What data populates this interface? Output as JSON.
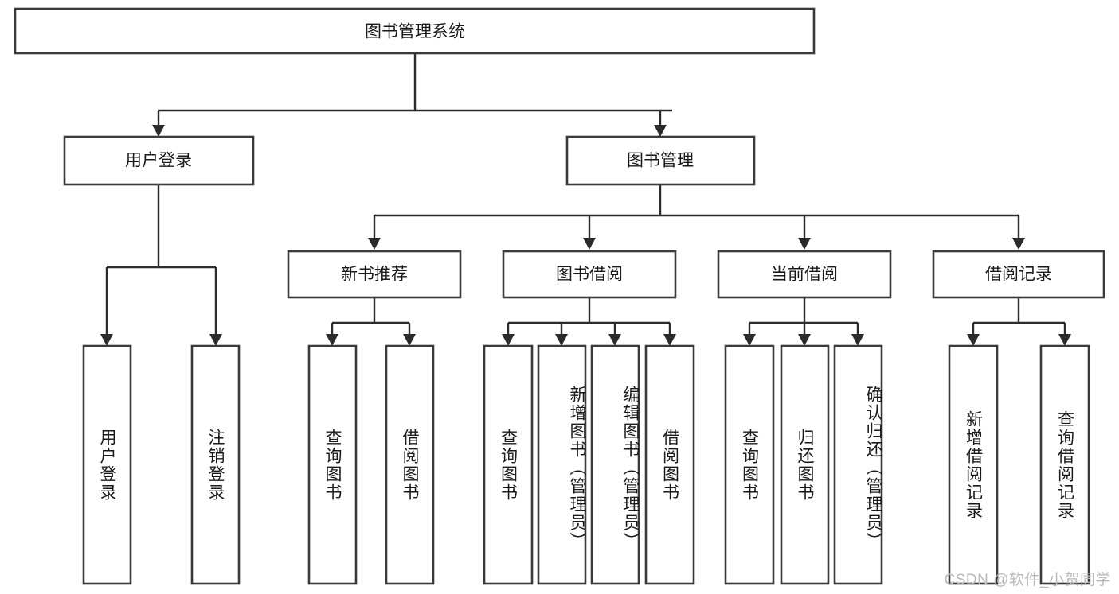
{
  "diagram": {
    "title": "图书管理系统",
    "type": "tree-hierarchy-diagram",
    "watermark": "CSDN @软件_小贺同学",
    "colors": {
      "box_stroke": "#3a3a3a",
      "edge_stroke": "#2b2b2b",
      "box_fill": "#ffffff",
      "text": "#1a1a1a",
      "watermark": "#b9b9b9",
      "background": "#ffffff"
    },
    "root": {
      "label": "图书管理系统"
    },
    "level2": [
      {
        "label": "用户登录"
      },
      {
        "label": "图书管理"
      }
    ],
    "level3": [
      {
        "label": "新书推荐"
      },
      {
        "label": "图书借阅"
      },
      {
        "label": "当前借阅"
      },
      {
        "label": "借阅记录"
      }
    ],
    "leaves": {
      "user_login": [
        {
          "label": "用户登录"
        },
        {
          "label": "注销登录"
        }
      ],
      "new_book_recommend": [
        {
          "label": "查询图书"
        },
        {
          "label": "借阅图书"
        }
      ],
      "book_borrow": [
        {
          "label": "查询图书"
        },
        {
          "label": "新增图书（管理员）"
        },
        {
          "label": "编辑图书（管理员）"
        },
        {
          "label": "借阅图书"
        }
      ],
      "current_borrow": [
        {
          "label": "查询图书"
        },
        {
          "label": "归还图书"
        },
        {
          "label": "确认归还（管理员）"
        }
      ],
      "borrow_record": [
        {
          "label": "新增借阅记录"
        },
        {
          "label": "查询借阅记录"
        }
      ]
    }
  }
}
